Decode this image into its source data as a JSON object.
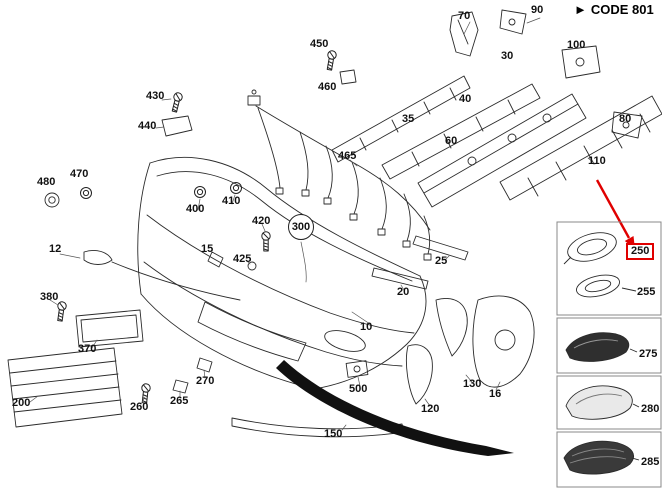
{
  "header": {
    "arrow": "►",
    "code": "CODE 801"
  },
  "parts": [
    "70",
    "90",
    "450",
    "30",
    "100",
    "430",
    "460",
    "40",
    "35",
    "440",
    "60",
    "80",
    "110",
    "465",
    "480",
    "470",
    "400",
    "410",
    "420",
    "300",
    "425",
    "15",
    "12",
    "380",
    "370",
    "200",
    "260",
    "265",
    "270",
    "10",
    "20",
    "25",
    "500",
    "150",
    "120",
    "130",
    "16"
  ],
  "sidebar": {
    "items": [
      {
        "label": "250",
        "highlighted": true
      },
      {
        "label": "255",
        "highlighted": false
      },
      {
        "label": "275",
        "highlighted": false
      },
      {
        "label": "280",
        "highlighted": false
      },
      {
        "label": "285",
        "highlighted": false
      }
    ]
  },
  "colors": {
    "highlight": "#e00000",
    "ink": "#2b2b2b"
  }
}
